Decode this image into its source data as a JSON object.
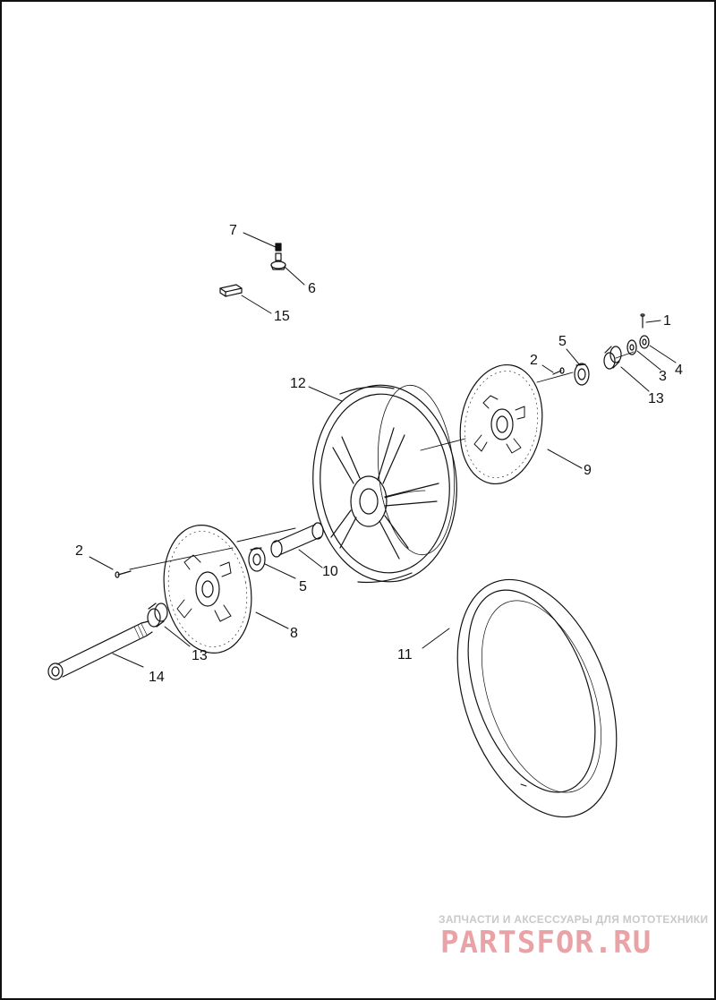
{
  "diagram": {
    "callouts": [
      {
        "id": "c1",
        "label": "1"
      },
      {
        "id": "c2a",
        "label": "2"
      },
      {
        "id": "c3",
        "label": "3"
      },
      {
        "id": "c4",
        "label": "4"
      },
      {
        "id": "c5a",
        "label": "5"
      },
      {
        "id": "c13a",
        "label": "13"
      },
      {
        "id": "c9",
        "label": "9"
      },
      {
        "id": "c12",
        "label": "12"
      },
      {
        "id": "c7",
        "label": "7"
      },
      {
        "id": "c6",
        "label": "6"
      },
      {
        "id": "c15",
        "label": "15"
      },
      {
        "id": "c2b",
        "label": "2"
      },
      {
        "id": "c5b",
        "label": "5"
      },
      {
        "id": "c10",
        "label": "10"
      },
      {
        "id": "c8",
        "label": "8"
      },
      {
        "id": "c13b",
        "label": "13"
      },
      {
        "id": "c14",
        "label": "14"
      },
      {
        "id": "c11",
        "label": "11"
      }
    ]
  },
  "watermark": {
    "tagline": "ЗАПЧАСТИ И АКСЕССУАРЫ ДЛЯ МОТОТЕХНИКИ",
    "logo": "PARTSFOR.RU"
  },
  "colors": {
    "line": "#111111",
    "watermark_text": "#c9c9c9",
    "watermark_logo": "#e9a3a7"
  }
}
